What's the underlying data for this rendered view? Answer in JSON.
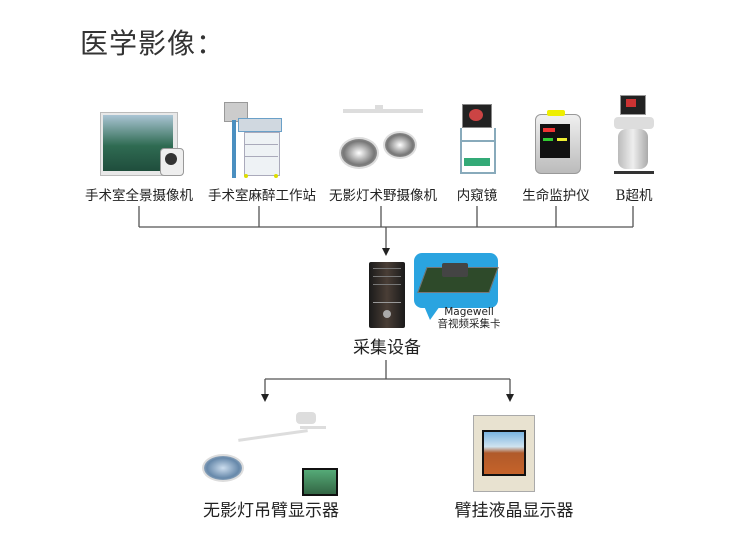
{
  "title": "医学影像：",
  "sources": [
    {
      "label": "手术室全景摄像机",
      "icon": "or-panoramic-camera-icon"
    },
    {
      "label": "手术室麻醉工作站",
      "icon": "anesthesia-workstation-icon"
    },
    {
      "label": "无影灯术野摄像机",
      "icon": "surgical-light-camera-icon"
    },
    {
      "label": "内窥镜",
      "icon": "endoscope-icon"
    },
    {
      "label": "生命监护仪",
      "icon": "patient-monitor-icon"
    },
    {
      "label": "B超机",
      "icon": "ultrasound-machine-icon"
    }
  ],
  "capture": {
    "label": "采集设备",
    "icon": "pc-tower-icon",
    "card_brand": "Magewell",
    "card_label": "音视频采集卡"
  },
  "outputs": [
    {
      "label": "无影灯吊臂显示器",
      "icon": "surgical-light-arm-display-icon"
    },
    {
      "label": "臂挂液晶显示器",
      "icon": "wall-lcd-display-icon"
    }
  ],
  "colors": {
    "line": "#555555",
    "bubble": "#2aa4e0",
    "title": "#333333"
  }
}
